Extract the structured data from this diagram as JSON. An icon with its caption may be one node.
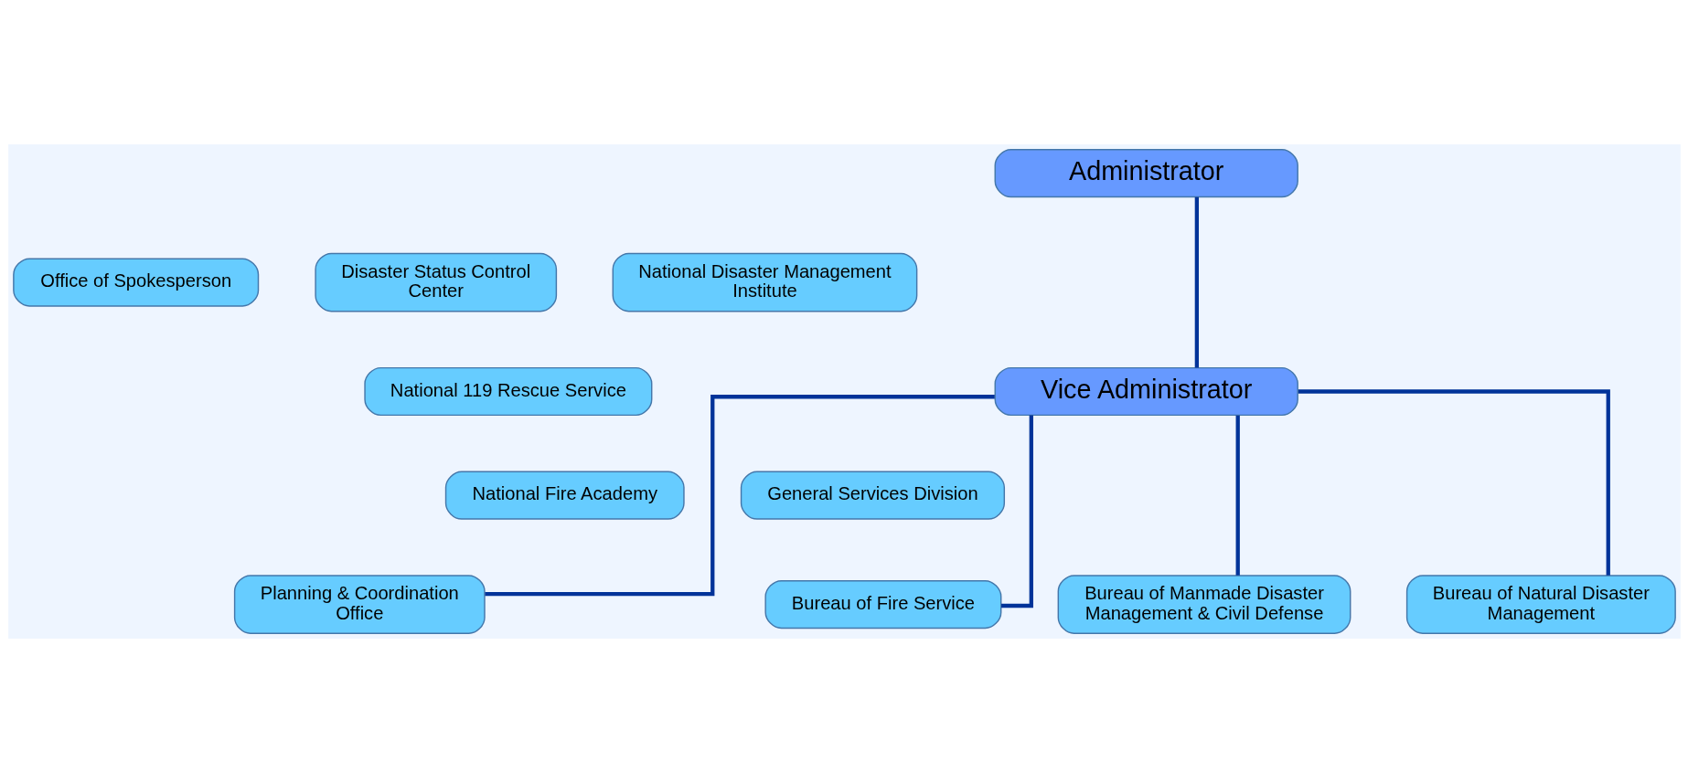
{
  "diagram": {
    "nodes": [
      {
        "text": [
          "Administrator"
        ]
      },
      {
        "text": [
          "Office of Spokesperson"
        ]
      },
      {
        "text": [
          "Disaster Status Control Center"
        ]
      },
      {
        "text": [
          "National Disaster Management Institute"
        ]
      },
      {
        "text": [
          "Vice Administrator"
        ]
      },
      {
        "text": [
          "National 119 Rescue Service"
        ]
      },
      {
        "text": [
          "General Services Division"
        ]
      },
      {
        "text": [
          "National Fire Academy"
        ]
      },
      {
        "text": [
          "Planning & Coordination Office"
        ]
      },
      {
        "text": [
          "Bureau of Manmade Disaster Management & Civil Defense"
        ]
      },
      {
        "text": [
          "Bureau of Fire Service"
        ]
      },
      {
        "text": [
          "Bureau of Natural Disaster Management"
        ]
      }
    ],
    "edges": [
      {
        "from": 0,
        "to": 4,
        "arrow": "none"
      },
      {
        "from": 4,
        "to": 8,
        "arrow": "none"
      },
      {
        "from": 4,
        "to": 9,
        "arrow": "none"
      },
      {
        "from": 4,
        "to": 10,
        "arrow": "none"
      },
      {
        "from": 4,
        "to": 11,
        "arrow": "none"
      }
    ]
  }
}
